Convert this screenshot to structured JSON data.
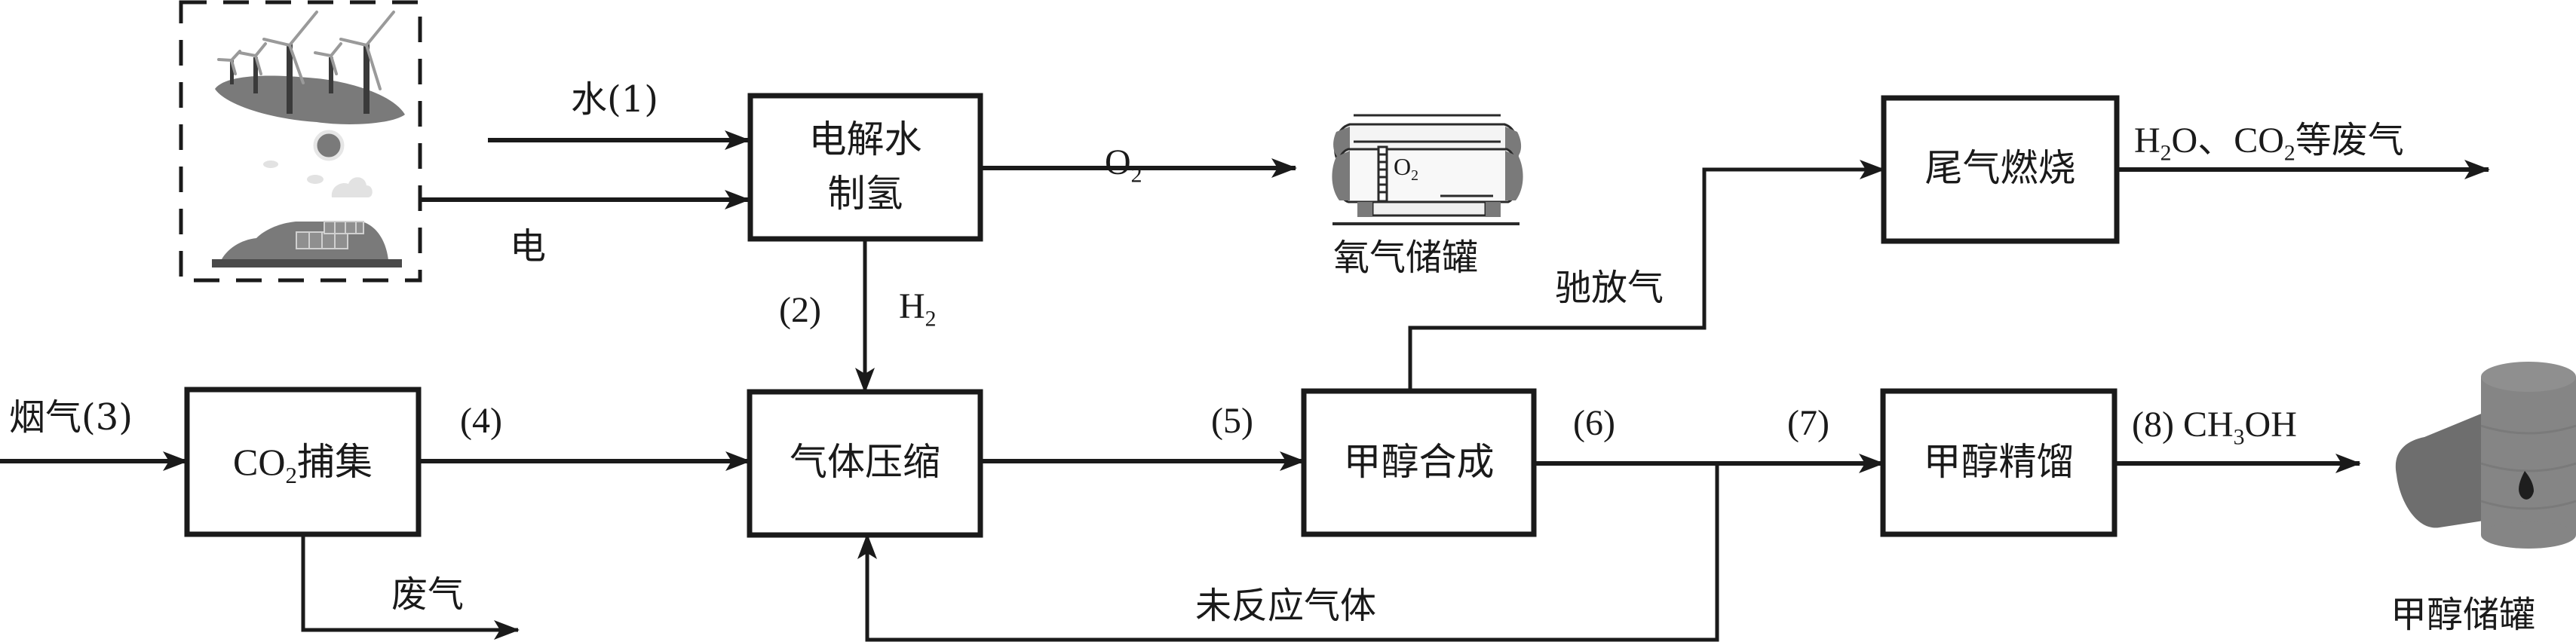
{
  "diagram": {
    "title": "",
    "colors": {
      "line": "#1a1a1a",
      "icon_gray": "#7a7a7a",
      "icon_dark": "#3a3a3a",
      "background": "#ffffff"
    },
    "source": {
      "icon": "wind-solar-power-icon",
      "water_label": "水(1)",
      "electricity_label": "电"
    },
    "nodes": {
      "electrolysis": {
        "line1": "电解水",
        "line2": "制氢"
      },
      "co2_capture": {
        "formula_main": "CO",
        "formula_sub": "2",
        "suffix": "捕集"
      },
      "compression": {
        "label": "气体压缩"
      },
      "methanol_synthesis": {
        "label": "甲醇合成"
      },
      "tail_gas_combustion": {
        "label": "尾气燃烧"
      },
      "methanol_distillation": {
        "label": "甲醇精馏"
      }
    },
    "storage": {
      "oxygen_tank": {
        "icon": "oxygen-tank-icon",
        "tank_text_main": "O",
        "tank_text_sub": "2",
        "label": "氧气储罐"
      },
      "methanol_tank": {
        "icon": "methanol-barrel-icon",
        "label": "甲醇储罐"
      }
    },
    "flows": {
      "o2": {
        "main": "O",
        "sub": "2"
      },
      "h2_number": "(2)",
      "h2": {
        "main": "H",
        "sub": "2"
      },
      "flue_gas": "烟气(3)",
      "waste_gas": "废气",
      "stream4": "(4)",
      "stream5": "(5)",
      "stream6": "(6)",
      "stream7": "(7)",
      "purge_gas": "驰放气",
      "exhaust": {
        "part1": "H",
        "sub1": "2",
        "part2": "O、CO",
        "sub2": "2",
        "part3": "等废气"
      },
      "product": {
        "number": "(8) ",
        "part1": "CH",
        "sub": "3",
        "part2": "OH"
      },
      "recycle": "未反应气体"
    }
  }
}
